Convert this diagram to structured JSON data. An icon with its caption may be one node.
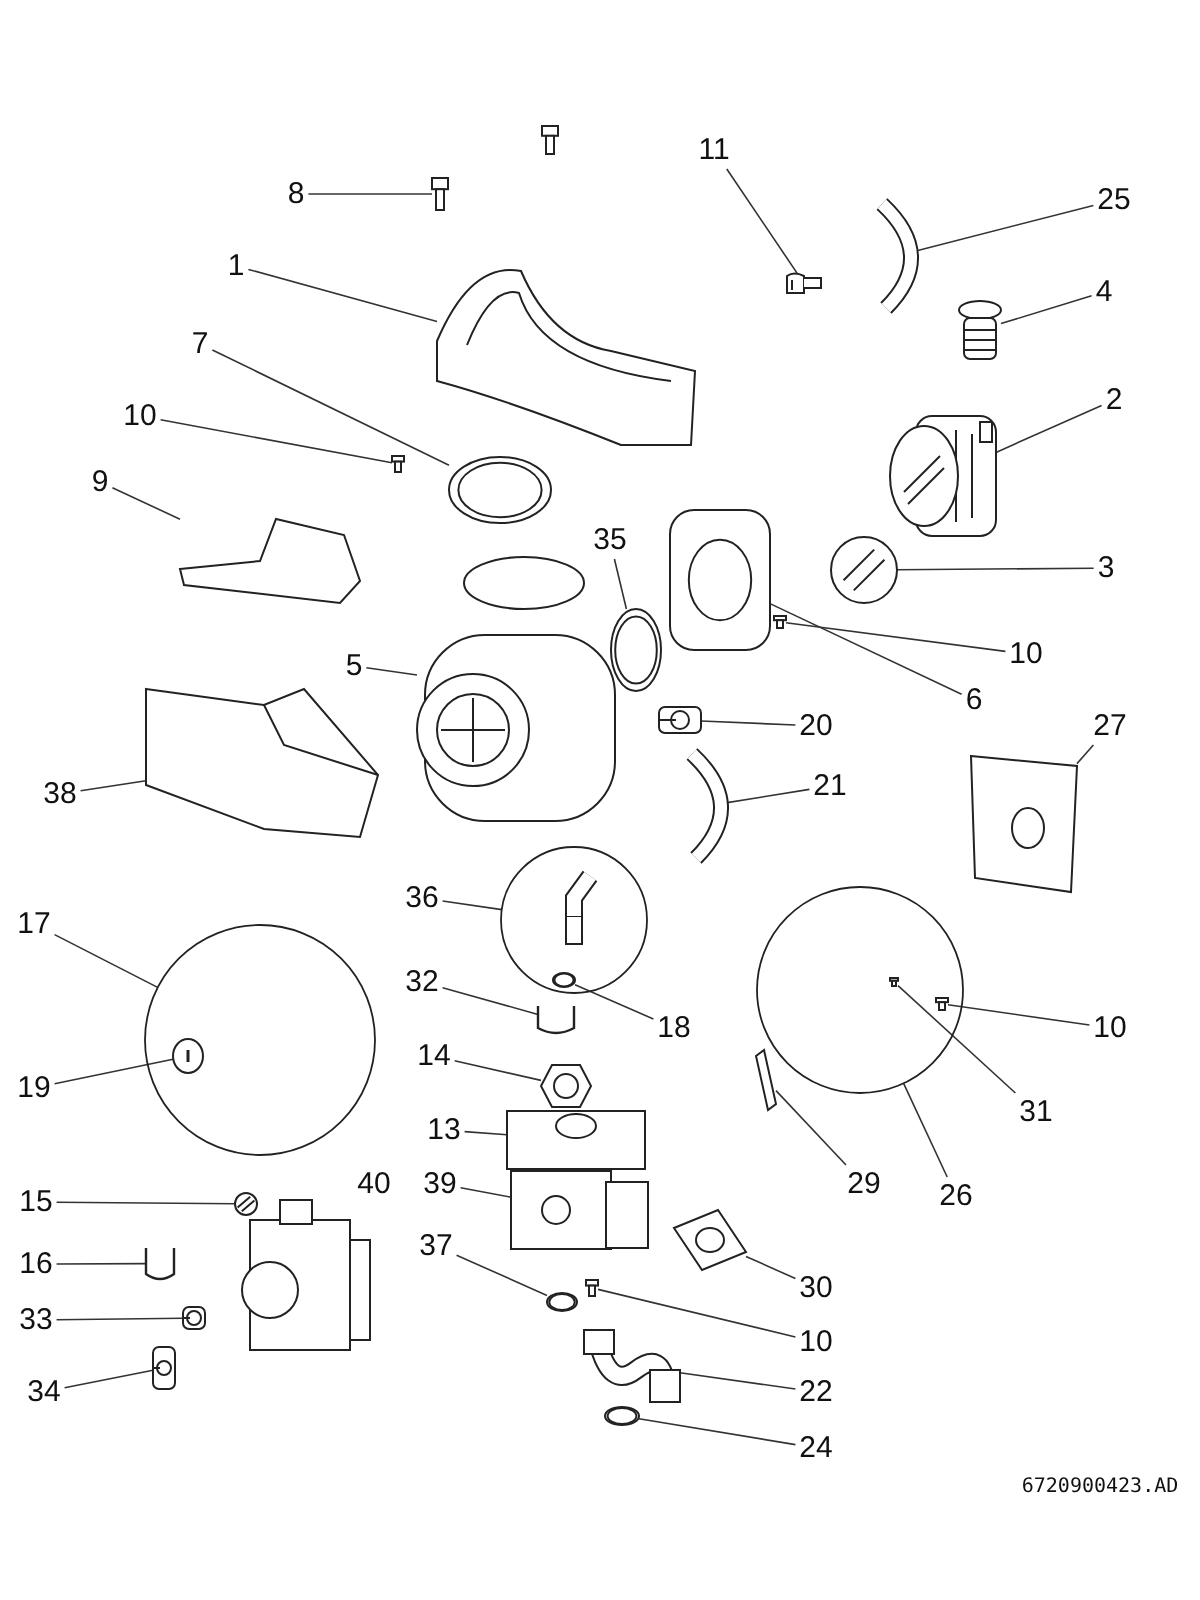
{
  "diagram": {
    "nodes": [
      {
        "text": [
          "8"
        ]
      },
      {
        "text": [],
        "shape": "picture"
      },
      {
        "text": [
          "1"
        ]
      },
      {
        "text": [],
        "shape": "picture"
      },
      {
        "text": [
          "11"
        ]
      },
      {
        "text": [],
        "shape": "picture"
      },
      {
        "text": [
          "25"
        ]
      },
      {
        "text": [],
        "shape": "picture"
      },
      {
        "text": [
          "4"
        ]
      },
      {
        "text": [],
        "shape": "picture"
      },
      {
        "text": [
          "7"
        ]
      },
      {
        "text": [],
        "shape": "picture"
      },
      {
        "text": [
          "2"
        ]
      },
      {
        "text": [],
        "shape": "picture"
      },
      {
        "text": [
          "10"
        ]
      },
      {
        "text": [],
        "shape": "picture"
      },
      {
        "text": [
          "9"
        ]
      },
      {
        "text": [],
        "shape": "picture"
      },
      {
        "text": [
          "35"
        ]
      },
      {
        "text": [],
        "shape": "picture"
      },
      {
        "text": [
          "3"
        ]
      },
      {
        "text": [],
        "shape": "picture"
      },
      {
        "text": [
          "10"
        ]
      },
      {
        "text": [],
        "shape": "picture"
      },
      {
        "text": [
          "6"
        ]
      },
      {
        "text": [],
        "shape": "picture"
      },
      {
        "text": [
          "5"
        ]
      },
      {
        "text": [],
        "shape": "picture"
      },
      {
        "text": [
          "20"
        ]
      },
      {
        "text": [],
        "shape": "picture"
      },
      {
        "text": [
          "38"
        ]
      },
      {
        "text": [],
        "shape": "picture"
      },
      {
        "text": [
          "21"
        ]
      },
      {
        "text": [],
        "shape": "picture"
      },
      {
        "text": [
          "27"
        ]
      },
      {
        "text": [],
        "shape": "picture"
      },
      {
        "text": [
          "36"
        ]
      },
      {
        "text": [],
        "shape": "circle"
      },
      {
        "text": [],
        "shape": "picture",
        "in": 37
      },
      {
        "text": [
          "17"
        ]
      },
      {
        "text": [],
        "shape": "circle"
      },
      {
        "text": [],
        "shape": "circle"
      },
      {
        "text": [
          "32"
        ]
      },
      {
        "text": [],
        "shape": "picture"
      },
      {
        "text": [
          "18"
        ]
      },
      {
        "text": [],
        "shape": "picture",
        "in": 37
      },
      {
        "text": [
          "10"
        ]
      },
      {
        "text": [],
        "shape": "picture",
        "in": 41
      },
      {
        "text": [
          "19"
        ]
      },
      {
        "text": [],
        "shape": "picture",
        "in": 40
      },
      {
        "text": [
          "14"
        ]
      },
      {
        "text": [],
        "shape": "picture"
      },
      {
        "text": [
          "31"
        ]
      },
      {
        "text": [],
        "shape": "picture",
        "in": 41
      },
      {
        "text": [
          "13"
        ]
      },
      {
        "text": [],
        "shape": "picture"
      },
      {
        "text": [
          "39"
        ]
      },
      {
        "text": [],
        "shape": "picture"
      },
      {
        "text": [
          "29"
        ]
      },
      {
        "text": [],
        "shape": "picture"
      },
      {
        "text": [
          "26"
        ]
      },
      {
        "text": [
          "15"
        ]
      },
      {
        "text": [],
        "shape": "picture"
      },
      {
        "text": [
          "16"
        ]
      },
      {
        "text": [],
        "shape": "picture"
      },
      {
        "text": [
          "30"
        ]
      },
      {
        "text": [],
        "shape": "picture"
      },
      {
        "text": [
          "37"
        ]
      },
      {
        "text": [],
        "shape": "picture"
      },
      {
        "text": [
          "10"
        ]
      },
      {
        "text": [],
        "shape": "picture"
      },
      {
        "text": [
          "33"
        ]
      },
      {
        "text": [],
        "shape": "picture"
      },
      {
        "text": [
          "22"
        ]
      },
      {
        "text": [],
        "shape": "picture"
      },
      {
        "text": [
          "34"
        ]
      },
      {
        "text": [],
        "shape": "picture"
      },
      {
        "text": [
          "24"
        ]
      },
      {
        "text": [],
        "shape": "picture"
      }
    ],
    "edges": [
      {
        "from": 0,
        "to": 1,
        "arrow": "none"
      },
      {
        "from": 2,
        "to": 3,
        "arrow": "none"
      },
      {
        "from": 4,
        "to": 5,
        "arrow": "none"
      },
      {
        "from": 6,
        "to": 7,
        "arrow": "none"
      },
      {
        "from": 8,
        "to": 9,
        "arrow": "none"
      },
      {
        "from": 10,
        "to": 11,
        "arrow": "none"
      },
      {
        "from": 12,
        "to": 13,
        "arrow": "none"
      },
      {
        "from": 14,
        "to": 15,
        "arrow": "none"
      },
      {
        "from": 16,
        "to": 17,
        "arrow": "none"
      },
      {
        "from": 18,
        "to": 19,
        "arrow": "none"
      },
      {
        "from": 20,
        "to": 21,
        "arrow": "none"
      },
      {
        "from": 22,
        "to": 23,
        "arrow": "none"
      },
      {
        "from": 24,
        "to": 25,
        "arrow": "none"
      },
      {
        "from": 26,
        "to": 27,
        "arrow": "none"
      },
      {
        "from": 28,
        "to": 29,
        "arrow": "none"
      },
      {
        "from": 30,
        "to": 31,
        "arrow": "none"
      },
      {
        "from": 32,
        "to": 33,
        "arrow": "none"
      },
      {
        "from": 34,
        "to": 35,
        "arrow": "none"
      },
      {
        "from": 36,
        "to": 37,
        "arrow": "none"
      },
      {
        "from": 39,
        "to": 40,
        "arrow": "none"
      },
      {
        "from": 42,
        "to": 43,
        "arrow": "none"
      },
      {
        "from": 44,
        "to": 45,
        "arrow": "none"
      },
      {
        "from": 46,
        "to": 47,
        "arrow": "none"
      },
      {
        "from": 48,
        "to": 49,
        "arrow": "none"
      },
      {
        "from": 50,
        "to": 51,
        "arrow": "none"
      },
      {
        "from": 52,
        "to": 53,
        "arrow": "none"
      },
      {
        "from": 54,
        "to": 55,
        "arrow": "none"
      },
      {
        "from": 56,
        "to": 57,
        "arrow": "none"
      },
      {
        "from": 58,
        "to": 59,
        "arrow": "none"
      },
      {
        "from": 60,
        "to": 41,
        "arrow": "none"
      },
      {
        "from": 61,
        "to": 62,
        "arrow": "none"
      },
      {
        "from": 63,
        "to": 64,
        "arrow": "none"
      },
      {
        "from": 65,
        "to": 66,
        "arrow": "none"
      },
      {
        "from": 67,
        "to": 68,
        "arrow": "none"
      },
      {
        "from": 69,
        "to": 70,
        "arrow": "none"
      },
      {
        "from": 71,
        "to": 72,
        "arrow": "none"
      },
      {
        "from": 73,
        "to": 74,
        "arrow": "none"
      },
      {
        "from": 75,
        "to": 76,
        "arrow": "none"
      },
      {
        "from": 77,
        "to": 78,
        "arrow": "none"
      }
    ],
    "labels": [
      "40",
      "6720900423.AD"
    ]
  }
}
